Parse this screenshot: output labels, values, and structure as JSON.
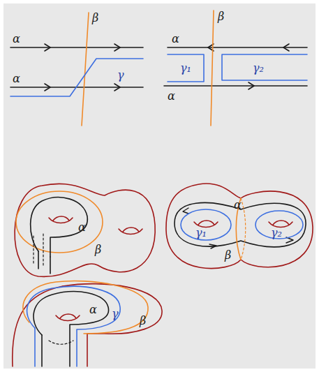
{
  "diagram": {
    "labels": [
      "β",
      "α",
      "γ",
      "α",
      "β",
      "α",
      "γ₁",
      "γ₂",
      "α",
      "α",
      "β",
      "α",
      "β",
      "γ₁",
      "γ₂",
      "α",
      "γ",
      "β"
    ]
  }
}
